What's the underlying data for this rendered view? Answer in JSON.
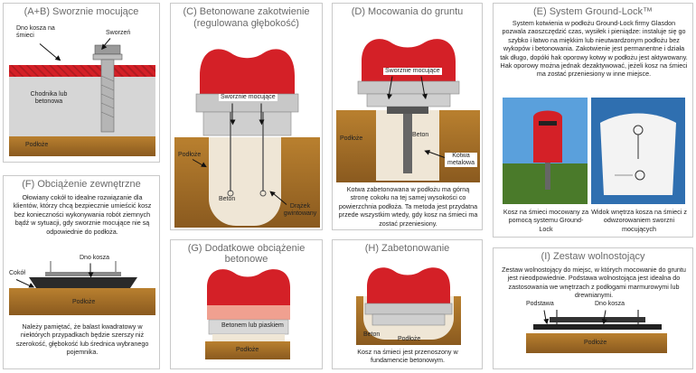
{
  "panels": {
    "ab": {
      "title": "(A+B) Sworznie mocujące",
      "label_bottom": "Dno kosza na śmieci",
      "label_bolts": "Sworzeń",
      "label_pavement": "Chodnika lub betonowa",
      "label_ground": "Podłoże"
    },
    "c": {
      "title_line1": "(C) Betonowane zakotwienie",
      "title_line2": "(regulowana głębokość)",
      "label_bolts": "Sworznie mocujące",
      "label_ground": "Podłoże",
      "label_concrete": "Beton",
      "label_pin": "Drążek gwintowany"
    },
    "d": {
      "title": "(D) Mocowania do gruntu",
      "label_bolts": "Sworznie mocujące",
      "label_ground": "Podłoże",
      "label_concrete": "Beton",
      "label_anchor": "Kotwa metalowa",
      "description": "Kotwa zabetonowana w podłożu ma górną stronę cokołu na tej samej wysokości co powierzchnia podłoża. Ta metoda jest przydatna przede wszystkim wtedy, gdy kosz na śmieci ma zostać przeniesiony."
    },
    "e": {
      "title": "(E) System Ground-Lock™",
      "description": "System kotwienia w podłożu Ground-Lock firmy Glasdon pozwala zaoszczędzić czas, wysiłek i pieniądze: instaluje się go szybko i łatwo na miękkim lub nieutwardzonym podłożu bez wykopów i betonowania. Zakotwienie jest permanentne i działa tak długo, dopóki hak oporowy kotwy w podłożu jest aktywowany. Hak oporowy można jednak dezaktywować, jeżeli kosz na śmieci ma zostać przeniesiony w inne miejsce.",
      "caption_left": "Kosz na śmieci mocowany za pomocą systemu Ground-Lock",
      "caption_right": "Widok wnętrza kosza na śmieci z odwzorowaniem sworzni mocujących"
    },
    "f": {
      "title": "(F) Obciążenie zewnętrzne",
      "description": "Ołowiany cokół to idealne rozwiązanie dla klientów, którzy chcą bezpiecznie umieścić kosz bez konieczności wykonywania robót ziemnych bądź w sytuacji, gdy sworznie mocujące nie są odpowiednie do podłoża.",
      "label_plinth": "Cokół",
      "label_bottom": "Dno kosza",
      "label_ground": "Podłoże",
      "note": "Należy pamiętać, że balast kwadratowy w niektórych przypadkach będzie szerszy niż szerokość, głębokość lub średnica wybranego pojemnika."
    },
    "g": {
      "title": "(G) Dodatkowe obciążenie betonowe",
      "label_concrete": "Betonem lub piaskiem",
      "label_ground": "Podłoże"
    },
    "h": {
      "title": "(H) Zabetonowanie",
      "label_concrete": "Beton",
      "label_ground": "Podłoże",
      "description": "Kosz na śmieci jest przenoszony w fundamencie betonowym."
    },
    "i": {
      "title": "(I) Zestaw wolnostojący",
      "description": "Zestaw wolnostojący do miejsc, w których mocowanie do gruntu jest nieodpowiednie. Podstawa wolnostojąca jest idealna do zastosowania we wnętrzach z podłogami marmurowymi lub drewnianymi.",
      "label_base": "Podstawa",
      "label_bottom": "Dno kosza",
      "label_ground": "Podłoże"
    }
  },
  "colors": {
    "bin_red": "#d42027",
    "bin_grey": "#c8c8c8",
    "ground_brown": "#a9722a",
    "concrete": "#efe6d6",
    "title_grey": "#6a6a6a",
    "sky_blue": "#5aa0dc"
  }
}
